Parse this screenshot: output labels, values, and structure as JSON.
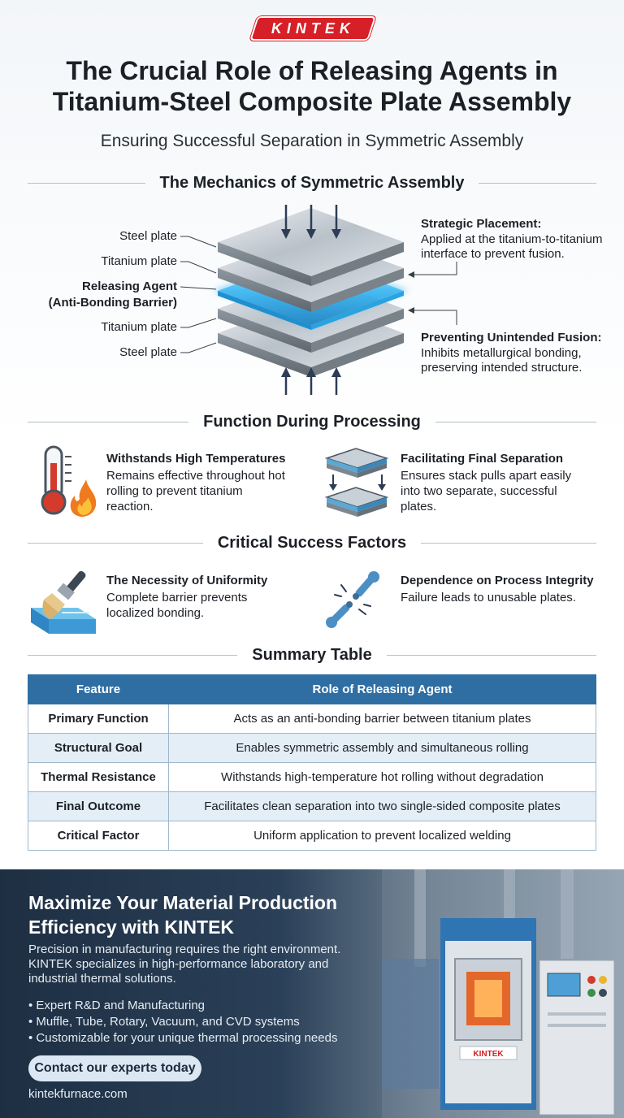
{
  "brand": {
    "logo_text": "KINTEK",
    "furnace_plate": "KINTEK"
  },
  "header": {
    "title_line1": "The Crucial Role of Releasing Agents in",
    "title_line2": "Titanium-Steel Composite Plate Assembly",
    "subtitle": "Ensuring Successful Separation in Symmetric Assembly"
  },
  "mechanics": {
    "heading": "The Mechanics of Symmetric Assembly",
    "layers": [
      {
        "label": "Steel plate"
      },
      {
        "label": "Titanium plate"
      },
      {
        "label_line1": "Releasing Agent",
        "label_line2": "(Anti-Bonding Barrier)"
      },
      {
        "label": "Titanium plate"
      },
      {
        "label": "Steel plate"
      }
    ],
    "callout_placement": {
      "title": "Strategic Placement:",
      "line1": "Applied at the titanium-to-titanium",
      "line2": "interface to prevent fusion."
    },
    "callout_fusion": {
      "title": "Preventing Unintended Fusion:",
      "line1": "Inhibits metallurgical bonding,",
      "line2": "preserving intended structure."
    }
  },
  "processing": {
    "heading": "Function During Processing",
    "items": [
      {
        "title": "Withstands High Temperatures",
        "line1": "Remains effective throughout hot",
        "line2": "rolling to prevent titanium",
        "line3": "reaction.",
        "icon": "thermometer-flame-icon"
      },
      {
        "title": "Facilitating Final Separation",
        "line1": "Ensures stack pulls apart easily",
        "line2": "into two separate, successful",
        "line3": "plates.",
        "icon": "separating-plates-icon"
      }
    ]
  },
  "factors": {
    "heading": "Critical Success Factors",
    "items": [
      {
        "title": "The Necessity of Uniformity",
        "line1": "Complete barrier prevents",
        "line2": "localized bonding.",
        "icon": "paintbrush-icon"
      },
      {
        "title": "Dependence on Process Integrity",
        "line1": "Failure leads to unusable plates.",
        "icon": "broken-link-icon"
      }
    ]
  },
  "summary": {
    "heading": "Summary Table",
    "columns": [
      "Feature",
      "Role of Releasing Agent"
    ],
    "rows": [
      [
        "Primary Function",
        "Acts as an anti-bonding barrier between titanium plates"
      ],
      [
        "Structural Goal",
        "Enables symmetric assembly and simultaneous rolling"
      ],
      [
        "Thermal Resistance",
        "Withstands high-temperature hot rolling without degradation"
      ],
      [
        "Final Outcome",
        "Facilitates clean separation into two single-sided composite plates"
      ],
      [
        "Critical Factor",
        "Uniform application to prevent localized welding"
      ]
    ]
  },
  "footer": {
    "title_line1": "Maximize Your Material Production",
    "title_line2": "Efficiency with KINTEK",
    "desc_line1": "Precision in manufacturing requires the right environment.",
    "desc_line2": "KINTEK specializes in high-performance laboratory and",
    "desc_line3": "industrial thermal solutions.",
    "bullets": [
      "Expert R&D and Manufacturing",
      "Muffle, Tube, Rotary, Vacuum, and CVD systems",
      "Customizable for your unique thermal processing needs"
    ],
    "cta": "Contact our experts today",
    "url": "kintekfurnace.com"
  },
  "colors": {
    "brand_red": "#d61f26",
    "table_header": "#2f6ea3",
    "barrier_glow": "#39b7f2"
  }
}
